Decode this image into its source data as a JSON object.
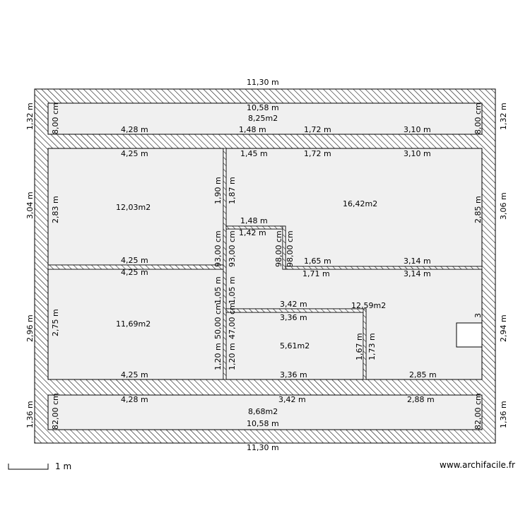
{
  "room_areas": {
    "top_strip": "8,25m2",
    "upper_left": "12,03m2",
    "upper_right": "16,42m2",
    "lower_left": "11,69m2",
    "lower_right": "12,59m2",
    "small_room": "5,61m2",
    "bottom_strip": "8,68m2"
  },
  "dimensions": {
    "outer_top": "11,30 m",
    "outer_bottom": "11,30 m",
    "top_strip_width": "10,58 m",
    "bottom_strip_width": "10,58 m",
    "top_strip_seg1": "4,28 m",
    "top_strip_seg2": "1,48 m",
    "top_strip_seg3": "1,72 m",
    "top_strip_seg4": "3,10 m",
    "upper_left_top": "4,25 m",
    "upper_right_seg1": "1,45 m",
    "upper_right_seg2": "1,72 m",
    "upper_right_seg3": "3,10 m",
    "upper_left_bottom": "4,25 m",
    "lower_left_top": "4,25 m",
    "lower_left_bottom": "4,25 m",
    "step_top": "1,48 m",
    "step_inner": "1,42 m",
    "upper_right_bottom_seg1": "1,65 m",
    "upper_right_bottom_seg2": "3,14 m",
    "lower_right_top_seg1": "1,71 m",
    "lower_right_top_seg2": "3,14 m",
    "small_room_top_outer": "3,42 m",
    "small_room_top_inner": "3,36 m",
    "small_room_bottom": "3,36 m",
    "lower_right_bottom": "2,85 m",
    "bottom_strip_seg1": "4,28 m",
    "bottom_strip_seg2": "3,42 m",
    "bottom_strip_seg3": "2,88 m",
    "left_outer_1": "1,32 m",
    "left_outer_2": "3,04 m",
    "left_outer_3": "2,96 m",
    "left_outer_4": "1,36 m",
    "right_outer_1": "1,32 m",
    "right_outer_2": "3,06 m",
    "right_outer_3": "2,94 m",
    "right_outer_4": "1,36 m",
    "top_strip_left_height": "8,00 cm",
    "top_strip_right_height": "8,00 cm",
    "bottom_strip_left_height": "82,00 cm",
    "bottom_strip_right_height": "82,00 cm",
    "upper_left_height": "2,83 m",
    "upper_right_height": "2,85 m",
    "lower_left_height": "2,75 m",
    "corridor_upper_1": "1,90 m",
    "corridor_upper_2": "1,87 m",
    "corridor_mid_1": "93,00 cm",
    "corridor_mid_2": "93,00 cm",
    "step_height": "98,00 cm",
    "step_height_2": "98,00 cm",
    "corridor_lower_1": "1,05 m",
    "corridor_lower_2": "1,05 m",
    "corridor_low_1": "50,00 cm",
    "corridor_low_2": "47,00 cm",
    "corridor_bottom_1": "1,20 m",
    "corridor_bottom_2": "1,20 m",
    "small_room_height_1": "1,67 m",
    "small_room_height_2": "1,73 m",
    "right_room_partial": "3"
  },
  "scale_label": "1 m",
  "credit": "www.archifacile.fr"
}
